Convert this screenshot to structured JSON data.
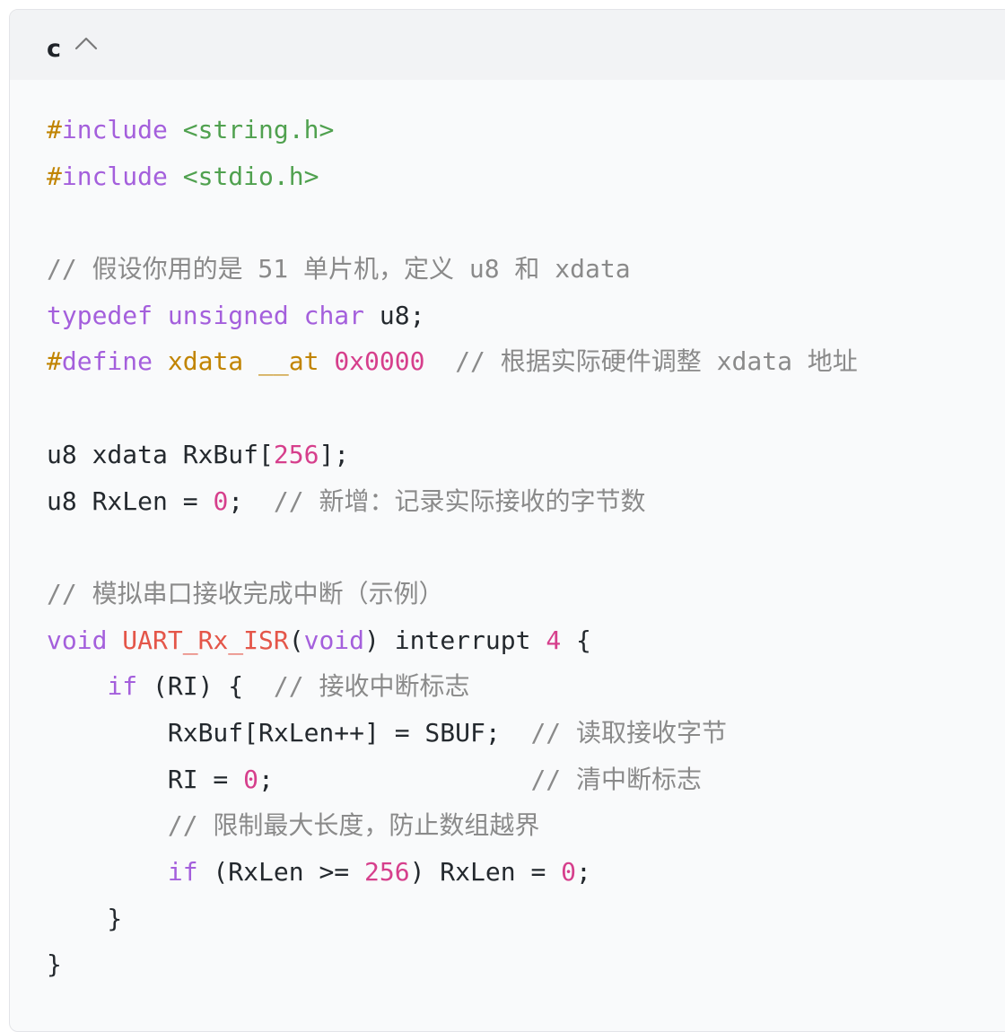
{
  "code_block": {
    "language": "c",
    "collapse_icon": "chevron-up-icon",
    "colors": {
      "preprocessor_hash": "#c18401",
      "keyword": "#a45fdc",
      "string": "#50a14f",
      "macro": "#c18401",
      "number": "#d63f8c",
      "function": "#e45649",
      "comment": "#8a8a8a",
      "plain": "#24292e",
      "header_bg": "#f2f3f5",
      "body_bg": "#f9fafb"
    },
    "lines": [
      {
        "tokens": [
          [
            "hash",
            "#"
          ],
          [
            "kw",
            "include"
          ],
          [
            "plain",
            " "
          ],
          [
            "str",
            "<string.h>"
          ]
        ]
      },
      {
        "tokens": [
          [
            "hash",
            "#"
          ],
          [
            "kw",
            "include"
          ],
          [
            "plain",
            " "
          ],
          [
            "str",
            "<stdio.h>"
          ]
        ]
      },
      {
        "tokens": []
      },
      {
        "tokens": [
          [
            "cmt",
            "// 假设你用的是 51 单片机，定义 u8 和 xdata"
          ]
        ]
      },
      {
        "tokens": [
          [
            "kw",
            "typedef"
          ],
          [
            "plain",
            " "
          ],
          [
            "kw",
            "unsigned"
          ],
          [
            "plain",
            " "
          ],
          [
            "kw",
            "char"
          ],
          [
            "plain",
            " u8;"
          ]
        ]
      },
      {
        "tokens": [
          [
            "hash",
            "#"
          ],
          [
            "kw",
            "define"
          ],
          [
            "plain",
            " "
          ],
          [
            "macro",
            "xdata"
          ],
          [
            "plain",
            " "
          ],
          [
            "macro",
            "__at"
          ],
          [
            "plain",
            " "
          ],
          [
            "num",
            "0x0000"
          ],
          [
            "plain",
            "  "
          ],
          [
            "cmt",
            "// 根据实际硬件调整 xdata 地址"
          ]
        ]
      },
      {
        "tokens": []
      },
      {
        "tokens": [
          [
            "plain",
            "u8 xdata RxBuf["
          ],
          [
            "num",
            "256"
          ],
          [
            "plain",
            "];"
          ]
        ]
      },
      {
        "tokens": [
          [
            "plain",
            "u8 RxLen = "
          ],
          [
            "num",
            "0"
          ],
          [
            "plain",
            ";  "
          ],
          [
            "cmt",
            "// 新增：记录实际接收的字节数"
          ]
        ]
      },
      {
        "tokens": []
      },
      {
        "tokens": [
          [
            "cmt",
            "// 模拟串口接收完成中断（示例）"
          ]
        ]
      },
      {
        "tokens": [
          [
            "kw",
            "void"
          ],
          [
            "plain",
            " "
          ],
          [
            "fn",
            "UART_Rx_ISR"
          ],
          [
            "plain",
            "("
          ],
          [
            "kw",
            "void"
          ],
          [
            "plain",
            ") interrupt "
          ],
          [
            "num",
            "4"
          ],
          [
            "plain",
            " {"
          ]
        ]
      },
      {
        "tokens": [
          [
            "plain",
            "    "
          ],
          [
            "kw",
            "if"
          ],
          [
            "plain",
            " (RI) {  "
          ],
          [
            "cmt",
            "// 接收中断标志"
          ]
        ]
      },
      {
        "tokens": [
          [
            "plain",
            "        RxBuf[RxLen++] = SBUF;  "
          ],
          [
            "cmt",
            "// 读取接收字节"
          ]
        ]
      },
      {
        "tokens": [
          [
            "plain",
            "        RI = "
          ],
          [
            "num",
            "0"
          ],
          [
            "plain",
            ";                 "
          ],
          [
            "cmt",
            "// 清中断标志"
          ]
        ]
      },
      {
        "tokens": [
          [
            "plain",
            "        "
          ],
          [
            "cmt",
            "// 限制最大长度，防止数组越界"
          ]
        ]
      },
      {
        "tokens": [
          [
            "plain",
            "        "
          ],
          [
            "kw",
            "if"
          ],
          [
            "plain",
            " (RxLen >= "
          ],
          [
            "num",
            "256"
          ],
          [
            "plain",
            ") RxLen = "
          ],
          [
            "num",
            "0"
          ],
          [
            "plain",
            ";"
          ]
        ]
      },
      {
        "tokens": [
          [
            "plain",
            "    }"
          ]
        ]
      },
      {
        "tokens": [
          [
            "plain",
            "}"
          ]
        ]
      }
    ]
  }
}
